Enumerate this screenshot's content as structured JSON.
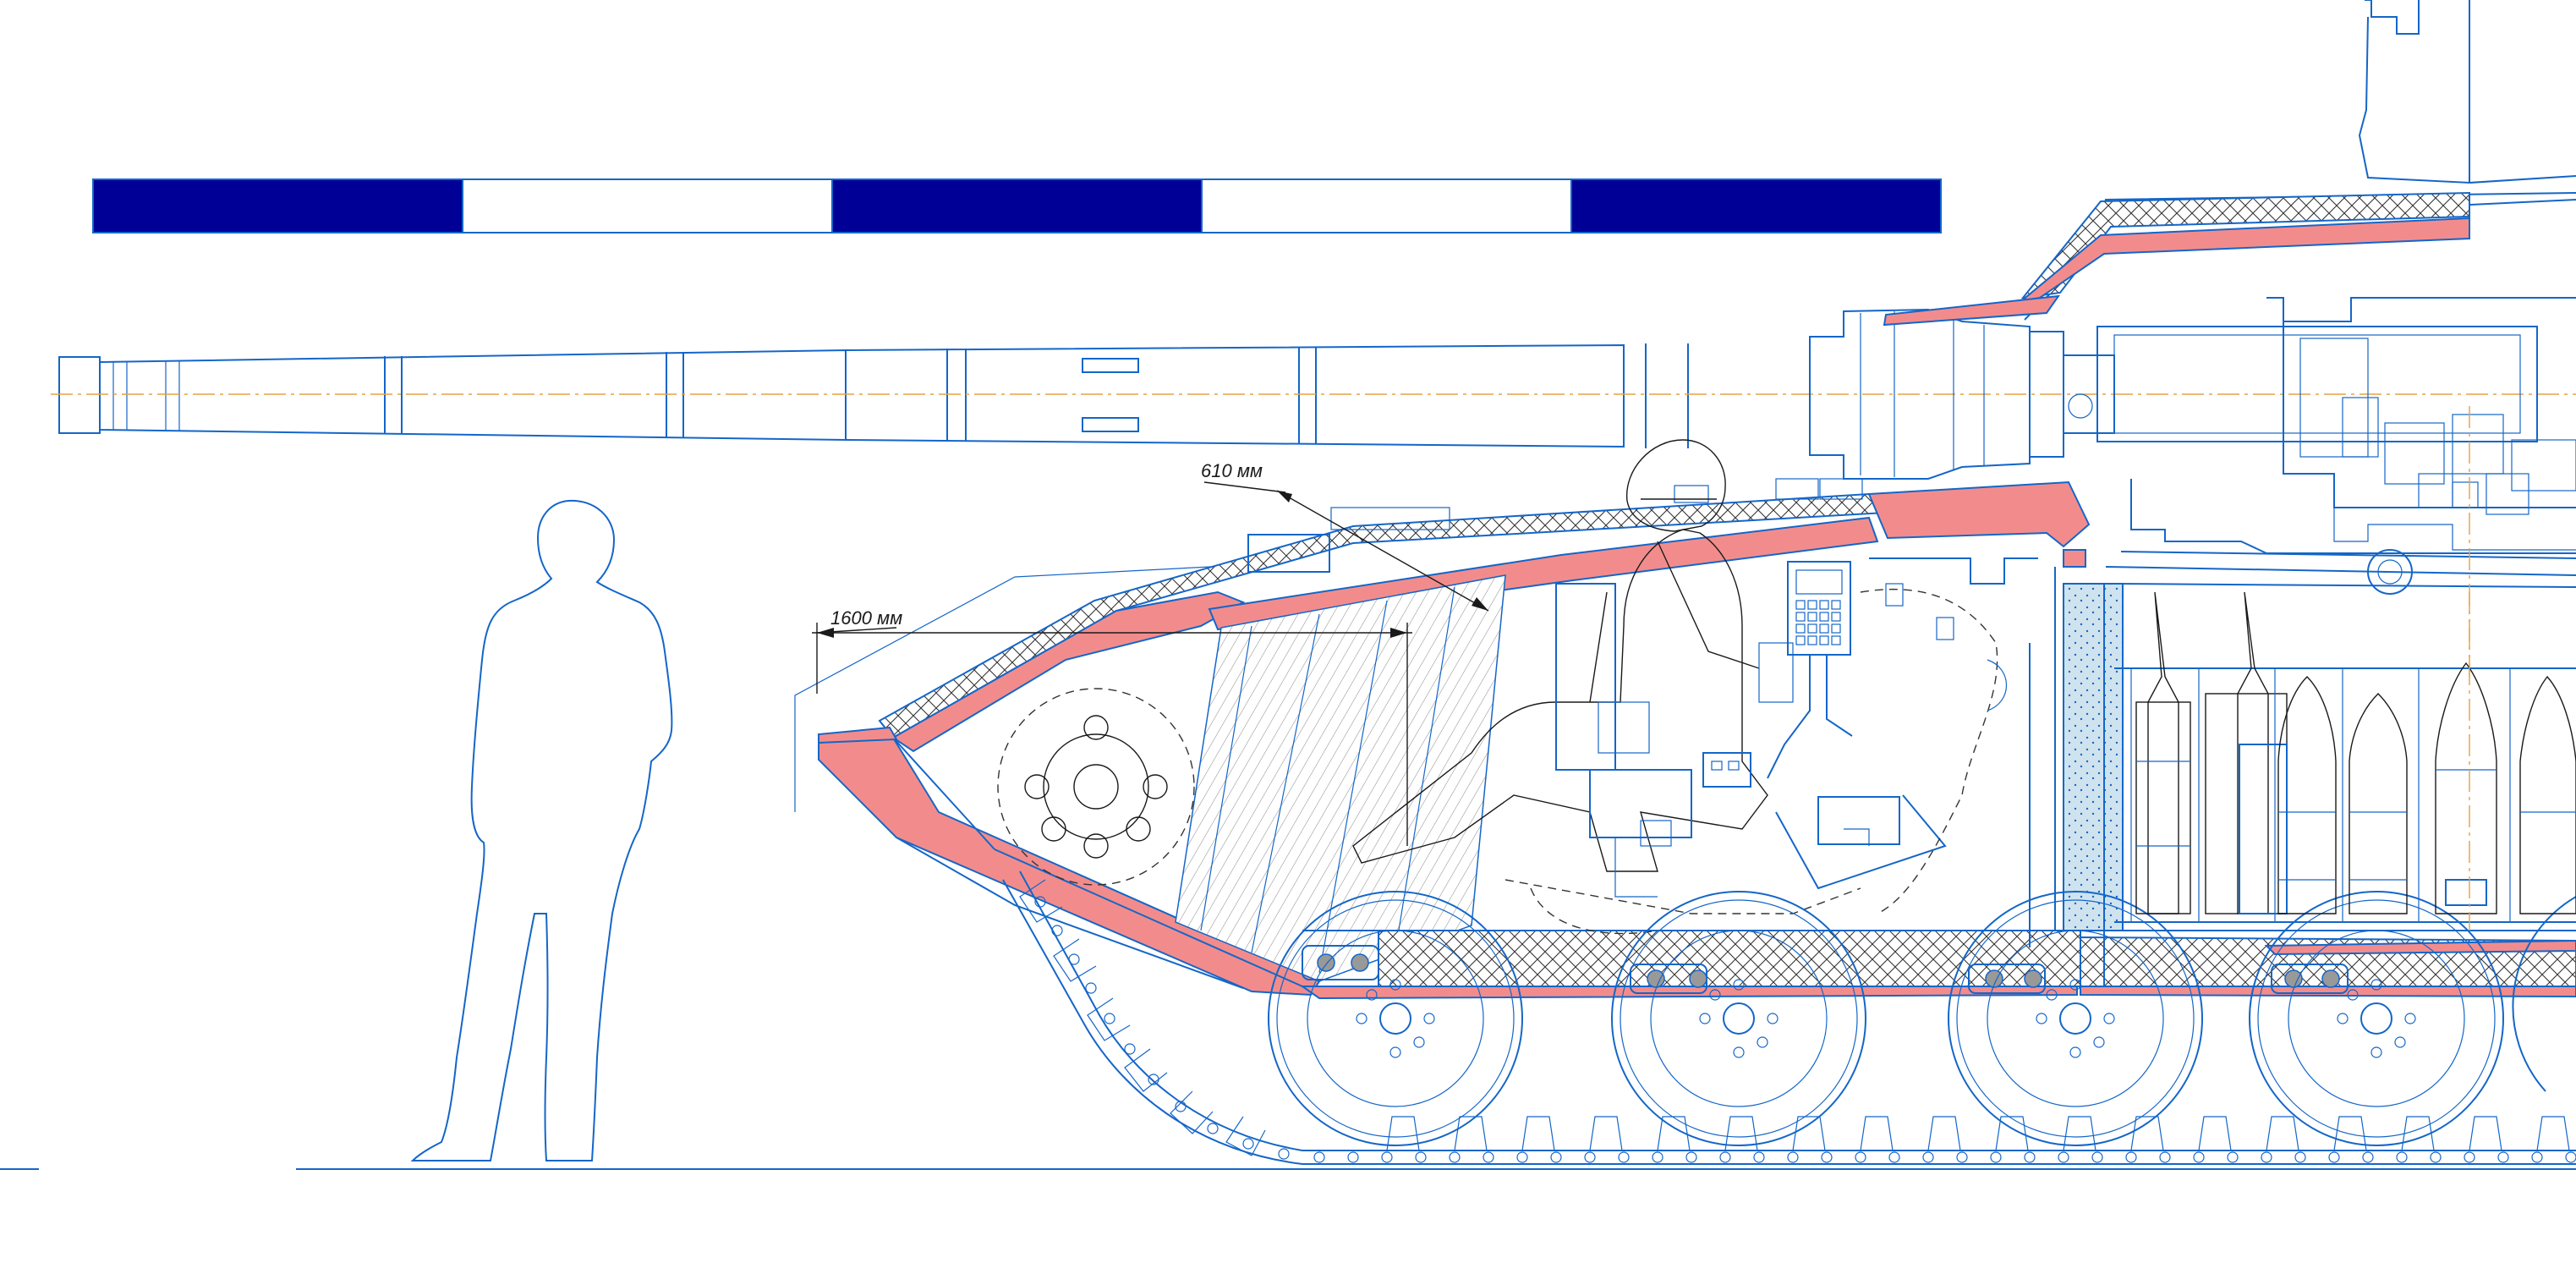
{
  "drawing": {
    "scale_bar": {
      "segments": 5,
      "dark_color": "#000096",
      "light_color": "#ffffff"
    },
    "dimensions": {
      "upper_glacis_thickness": "610 мм",
      "lower_hull_depth": "1600 мм"
    },
    "colors": {
      "line": "#1466c8",
      "armor": "#f28c8c",
      "centerline": "#e8a040",
      "coolant": "#cfe3ef"
    },
    "icons": {
      "human_scale_figure": "person-silhouette-icon",
      "driver": "seated-driver-icon",
      "ammunition": "shell-icon"
    }
  }
}
